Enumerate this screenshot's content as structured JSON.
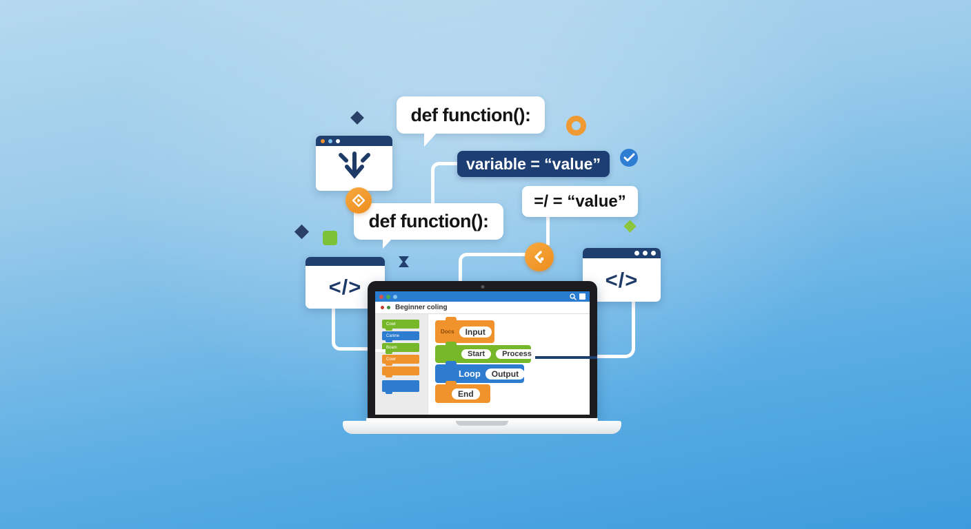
{
  "illustration": {
    "bubble_top": {
      "text": "def function():"
    },
    "bubble_mid": {
      "text": "def function():"
    },
    "variable_box": {
      "text": "variable = “value”"
    },
    "value_box": {
      "text": "=/ = “value”"
    },
    "left_code_window": {
      "symbol": "</>"
    },
    "right_code_window": {
      "symbol": "</>"
    },
    "icons": {
      "download_window_icon": "download-arrow",
      "code_badge_icon": "diamond-arrow",
      "chevron_badge_icon": "chevron-left",
      "check_icon": "checkmark",
      "ring_icon": "orange-ring",
      "hourglass_icon": "hourglass",
      "shapes": [
        "navy-diamond",
        "green-square",
        "green-diamond"
      ]
    }
  },
  "laptop": {
    "browser": {
      "tab_title": "Beginner coling",
      "titlebar_icons": [
        "search-icon",
        "square-icon"
      ]
    },
    "sidebar_blocks": [
      {
        "label": "Cowt",
        "color": "green"
      },
      {
        "label": "Canine",
        "color": "blue"
      },
      {
        "label": "Boam",
        "color": "green"
      },
      {
        "label": "Cowr",
        "color": "orange"
      },
      {
        "label": "",
        "color": "orange"
      },
      {
        "label": "",
        "color": "blue"
      }
    ],
    "canvas_blocks": {
      "input": {
        "label": "Docs",
        "pill": "Input"
      },
      "process": {
        "pill_a": "Start",
        "pill_b": "Process"
      },
      "loop": {
        "label": "Loop",
        "pill": "Output"
      },
      "end": {
        "pill": "End"
      }
    }
  },
  "colors": {
    "background_top": "#b5d9ef",
    "background_bottom": "#3d9bdc",
    "navy": "#1e3a66",
    "window_bar_navy": "#1f3f70",
    "dark_box_navy": "#1c3e72",
    "orange": "#f0922f",
    "green": "#76b82a",
    "accent_blue": "#2d7dd2",
    "browser_bar_blue": "#2a7cd0"
  }
}
